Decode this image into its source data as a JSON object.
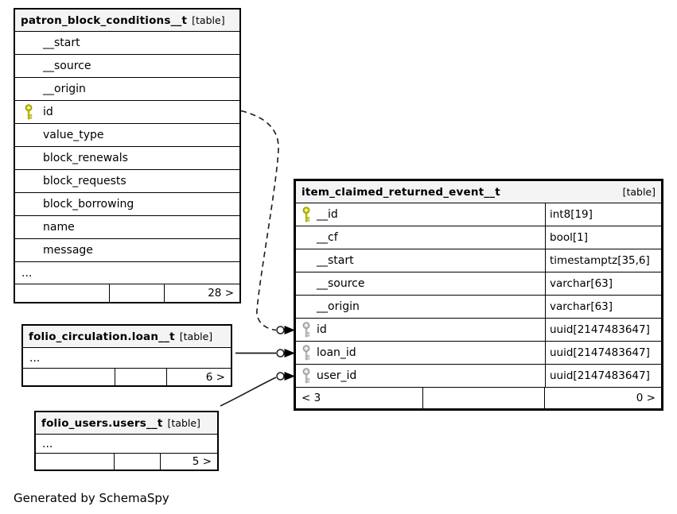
{
  "diagram": {
    "note": "Generated by SchemaSpy"
  },
  "colors": {
    "primary_key": "#cccc00",
    "primary_key_outline": "#999900",
    "foreign_key": "#c9c9c9",
    "foreign_key_outline": "#969696",
    "header_bg": "#f4f4f4",
    "border": "#000000",
    "edge": "#1a1a1a"
  },
  "icons": {
    "primary_key": "key-icon-yellow",
    "foreign_key": "key-icon-gray"
  },
  "tables": {
    "patron": {
      "name": "patron_block_conditions__t",
      "tag": "[table]",
      "rows": [
        {
          "name": "__start"
        },
        {
          "name": "__source"
        },
        {
          "name": "__origin"
        },
        {
          "name": "id",
          "key": "primary"
        },
        {
          "name": "value_type"
        },
        {
          "name": "block_renewals"
        },
        {
          "name": "block_requests"
        },
        {
          "name": "block_borrowing"
        },
        {
          "name": "name"
        },
        {
          "name": "message"
        }
      ],
      "ellipsis": "...",
      "footer": {
        "left": "",
        "middle": "",
        "right": "28 >"
      }
    },
    "main": {
      "name": "item_claimed_returned_event__t",
      "tag": "[table]",
      "rows": [
        {
          "name": "__id",
          "type": "int8[19]",
          "key": "primary"
        },
        {
          "name": "__cf",
          "type": "bool[1]"
        },
        {
          "name": "__start",
          "type": "timestamptz[35,6]"
        },
        {
          "name": "__source",
          "type": "varchar[63]"
        },
        {
          "name": "__origin",
          "type": "varchar[63]"
        },
        {
          "name": "id",
          "type": "uuid[2147483647]",
          "key": "foreign"
        },
        {
          "name": "loan_id",
          "type": "uuid[2147483647]",
          "key": "foreign"
        },
        {
          "name": "user_id",
          "type": "uuid[2147483647]",
          "key": "foreign"
        }
      ],
      "footer": {
        "left": "< 3",
        "middle": "",
        "right": "0 >"
      }
    },
    "loan": {
      "name": "folio_circulation.loan__t",
      "tag": "[table]",
      "ellipsis": "...",
      "footer": {
        "left": "",
        "middle": "",
        "right": "6 >"
      }
    },
    "users": {
      "name": "folio_users.users__t",
      "tag": "[table]",
      "ellipsis": "...",
      "footer": {
        "left": "",
        "middle": "",
        "right": "5 >"
      }
    }
  },
  "relationships": [
    {
      "from": "patron_block_conditions__t.id",
      "to": "item_claimed_returned_event__t.id",
      "style": "dashed"
    },
    {
      "from": "folio_circulation.loan__t",
      "to": "item_claimed_returned_event__t.loan_id",
      "style": "solid"
    },
    {
      "from": "folio_users.users__t",
      "to": "item_claimed_returned_event__t.user_id",
      "style": "solid"
    }
  ]
}
